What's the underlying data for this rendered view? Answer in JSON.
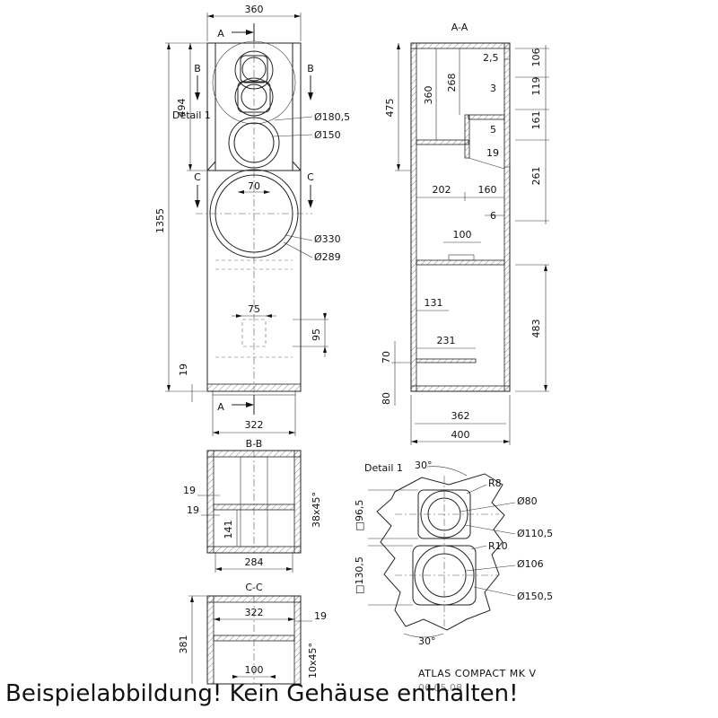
{
  "front_view": {
    "dims": {
      "width_top": "360",
      "height_upper": "494",
      "height_total": "1355",
      "foot_19": "19",
      "width_bottom": "322",
      "port_width": "75",
      "port_height": "95",
      "center_70": "70"
    },
    "section_marks": [
      "A",
      "B",
      "B",
      "C",
      "C",
      "A"
    ],
    "detail_label": "Detail 1",
    "diameters": [
      "Ø180,5",
      "Ø150",
      "Ø330",
      "Ø289"
    ]
  },
  "section_aa": {
    "title": "A-A",
    "dims": [
      "2,5",
      "106",
      "3",
      "119",
      "161",
      "5",
      "19",
      "261",
      "6",
      "475",
      "360",
      "268",
      "202",
      "160",
      "100",
      "131",
      "231",
      "483",
      "70",
      "80",
      "362",
      "400"
    ]
  },
  "section_bb": {
    "title": "B-B",
    "dims": [
      "19",
      "19",
      "141",
      "38x45°",
      "284"
    ]
  },
  "section_cc": {
    "title": "C-C",
    "dims": [
      "322",
      "19",
      "381",
      "10x45°",
      "100"
    ]
  },
  "detail_1": {
    "title": "Detail 1",
    "dims": [
      "30°",
      "R8",
      "Ø80",
      "Ø110,5",
      "□96,5",
      "R10",
      "Ø106",
      "□130,5",
      "Ø150,5",
      "30°"
    ]
  },
  "title_block": {
    "name": "ATLAS COMPACT MK V",
    "date": "06.05.08"
  },
  "caption": "Beispielabbildung! Kein Gehäuse enthalten!"
}
